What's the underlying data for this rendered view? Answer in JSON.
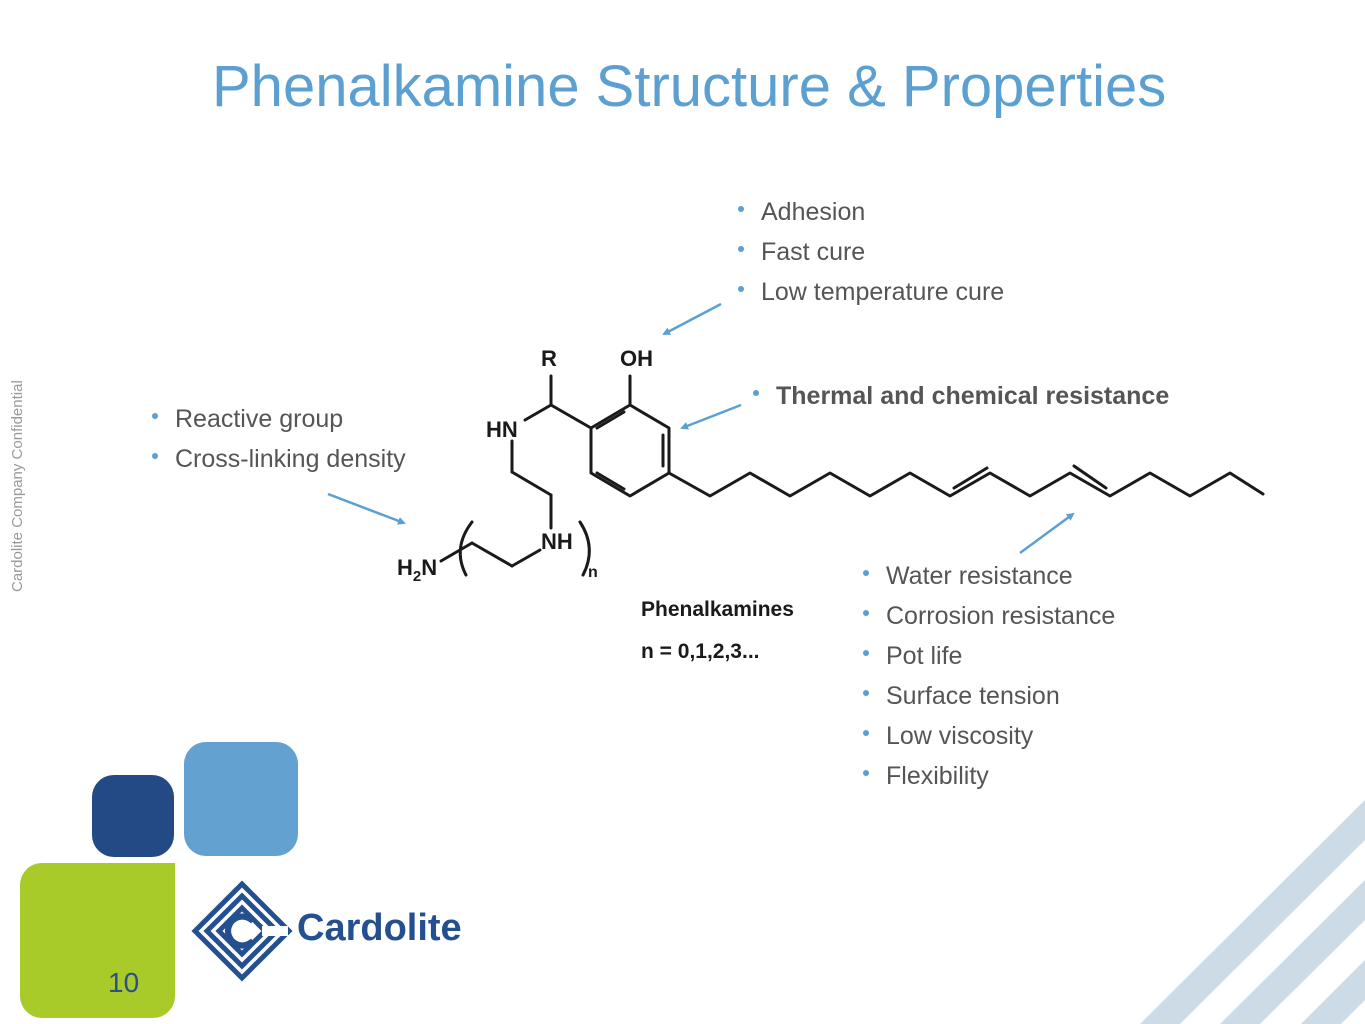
{
  "slide": {
    "title": "Phenalkamine Structure & Properties",
    "side_note": "Cardolite Company Confidential",
    "page_number": "10"
  },
  "callouts": {
    "top": [
      "Adhesion",
      "Fast cure",
      "Low temperature cure"
    ],
    "middle": [
      "Thermal and chemical resistance"
    ],
    "left": [
      "Reactive group",
      "Cross-linking density"
    ],
    "bottom": [
      "Water resistance",
      "Corrosion resistance",
      "Pot life",
      "Surface tension",
      "Low viscosity",
      "Flexibility"
    ]
  },
  "structure": {
    "r_label": "R",
    "oh_label": "OH",
    "hn_label": "HN",
    "nh_label": "NH",
    "h2n_label": "H",
    "h2n_sub": "2",
    "h2n_n": "N",
    "repeat_sub": "n",
    "caption": "Phenalkamines",
    "n_values": "n = 0,1,2,3..."
  },
  "logo": {
    "text": "Cardolite"
  },
  "colors": {
    "accent": "#5ba0d0",
    "navy": "#24508f",
    "dark_navy": "#234a84",
    "lime": "#a8cb2a",
    "stripe": "#ccdbe6"
  }
}
